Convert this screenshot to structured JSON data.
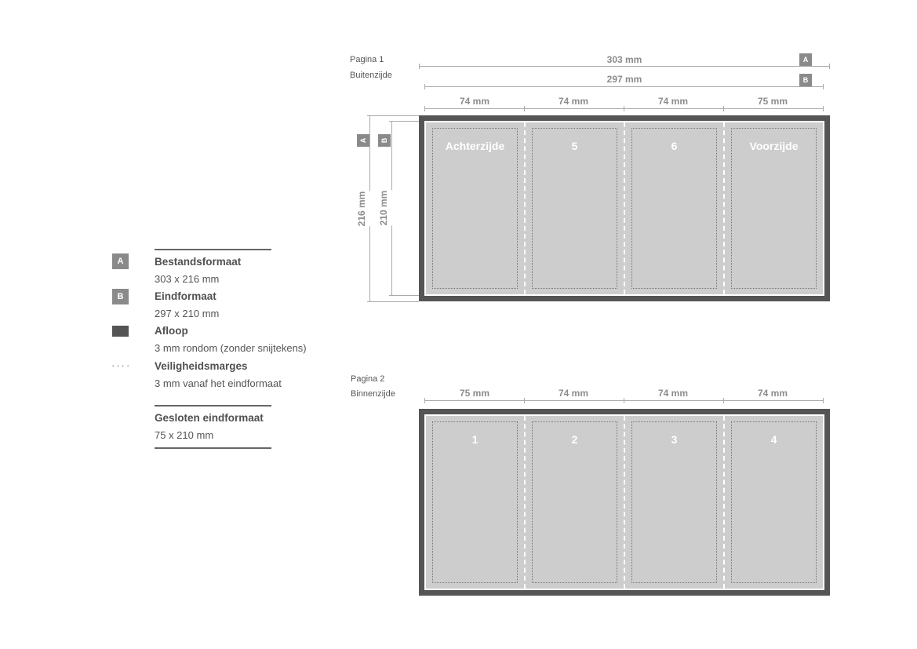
{
  "legend": {
    "items": [
      {
        "badge": "A",
        "title": "Bestandsformaat",
        "text": "303 x 216 mm"
      },
      {
        "badge": "B",
        "title": "Eindformaat",
        "text": "297 x 210 mm"
      },
      {
        "title": "Afloop",
        "text": "3 mm rondom (zonder snijtekens)"
      },
      {
        "title": "Veiligheidsmarges",
        "text": "3 mm vanaf het eindformaat"
      }
    ],
    "closed": {
      "title": "Gesloten eindformaat",
      "text": "75 x 210 mm"
    },
    "dots": "····"
  },
  "page1": {
    "title": "Pagina 1",
    "subtitle": "Buitenzijde",
    "width_a": "303 mm",
    "width_b": "297 mm",
    "height_a": "216 mm",
    "height_b": "210 mm",
    "badge_a": "A",
    "badge_b": "B",
    "panel_widths": [
      "74 mm",
      "74 mm",
      "74 mm",
      "75 mm"
    ],
    "panels": [
      "Achterzijde",
      "5",
      "6",
      "Voorzijde"
    ]
  },
  "page2": {
    "title": "Pagina 2",
    "subtitle": "Binnenzijde",
    "panel_widths": [
      "75 mm",
      "74 mm",
      "74 mm",
      "74 mm"
    ],
    "panels": [
      "1",
      "2",
      "3",
      "4"
    ]
  },
  "colors": {
    "bleed": "#555555",
    "trim_line": "#ffffff",
    "panel_fill": "#cdcdcd",
    "badge": "#8a8a8a",
    "dimension": "#aaaaaa"
  }
}
